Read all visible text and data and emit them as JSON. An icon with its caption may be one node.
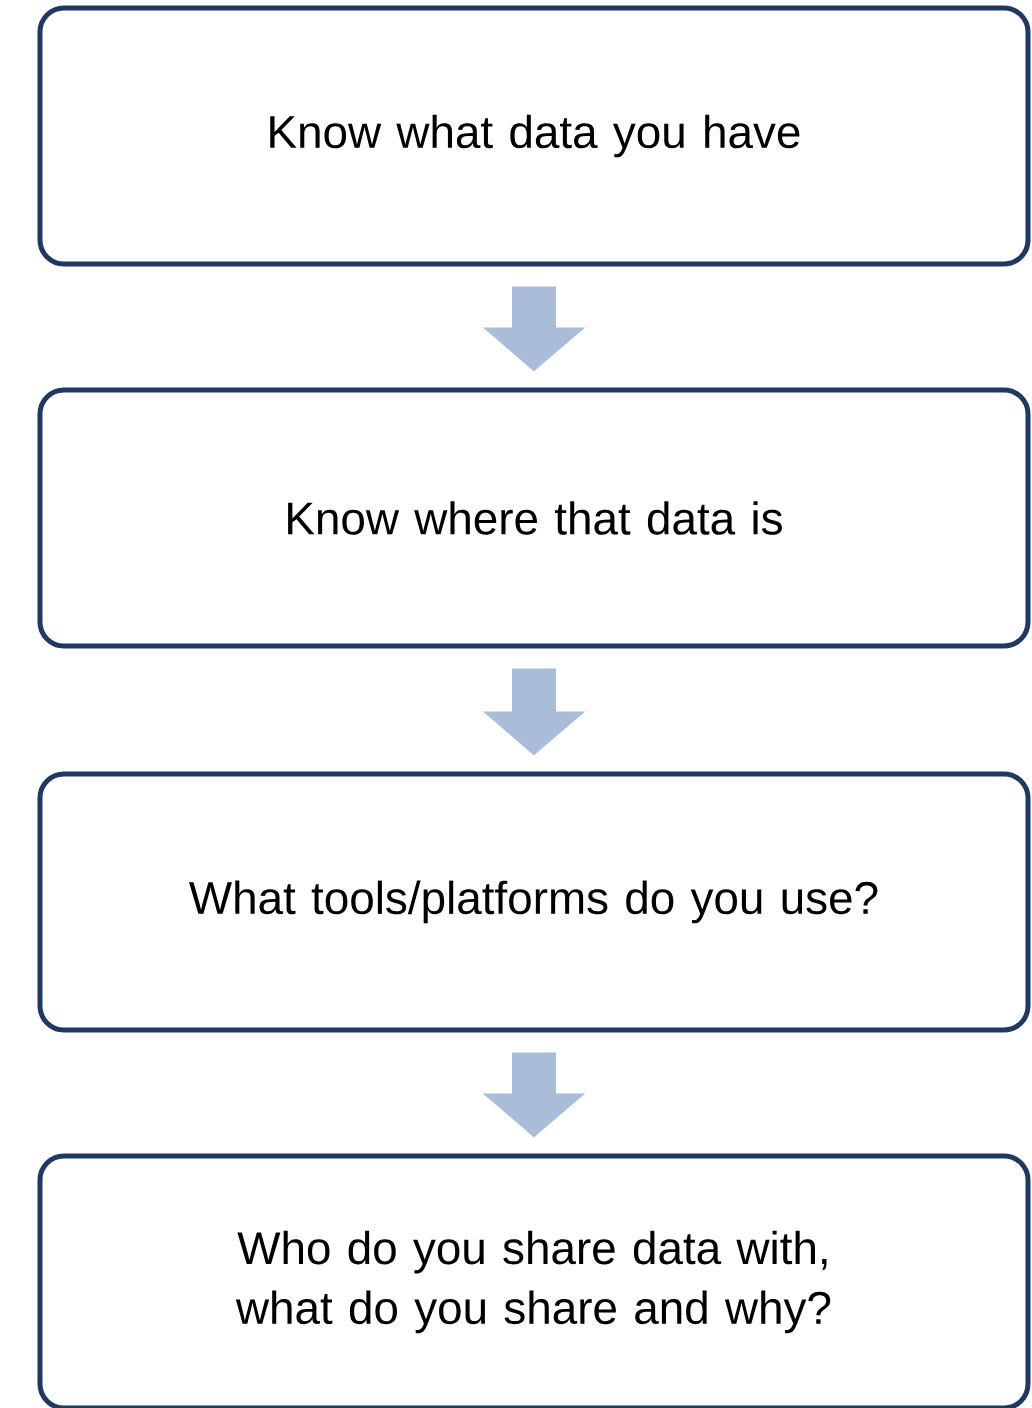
{
  "diagram": {
    "nodes": [
      {
        "text": [
          "Know what data you have"
        ]
      },
      {
        "text": [
          "Know where that data is"
        ]
      },
      {
        "text": [
          "What tools/platforms do you use?"
        ]
      },
      {
        "text": [
          "Who do you share data with, what do you share and why?"
        ]
      }
    ],
    "edges": [
      {
        "from": 0,
        "to": 1,
        "arrow": "to"
      },
      {
        "from": 1,
        "to": 2,
        "arrow": "to"
      },
      {
        "from": 2,
        "to": 3,
        "arrow": "to"
      }
    ]
  }
}
